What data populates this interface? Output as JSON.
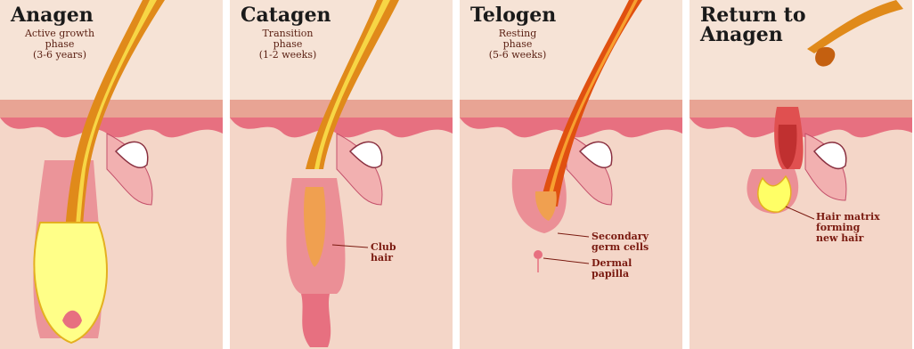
{
  "colors": {
    "skin_bg": "#f4d6c8",
    "epidermis": "#f1c7b4",
    "surface": "#e8a494",
    "dermis_pink": "#e77080",
    "hair_outer": "#e08a1a",
    "hair_inner": "#f7d645",
    "bulb_yellow": "#ffff88",
    "label_red": "#7a1a10"
  },
  "panels": [
    {
      "title": "Anagen",
      "subtitle": "Active growth\nphase\n(3-6 years)",
      "callouts": []
    },
    {
      "title": "Catagen",
      "subtitle": "Transition\nphase\n(1-2 weeks)",
      "callouts": [
        "Club\nhair"
      ]
    },
    {
      "title": "Telogen",
      "subtitle": "Resting\nphase\n(5-6 weeks)",
      "callouts": [
        "Secondary\ngerm cells",
        "Dermal\npapilla"
      ]
    },
    {
      "title": "Return to\nAnagen",
      "subtitle": "",
      "callouts": [
        "Hair matrix\nforming\nnew hair"
      ]
    }
  ]
}
